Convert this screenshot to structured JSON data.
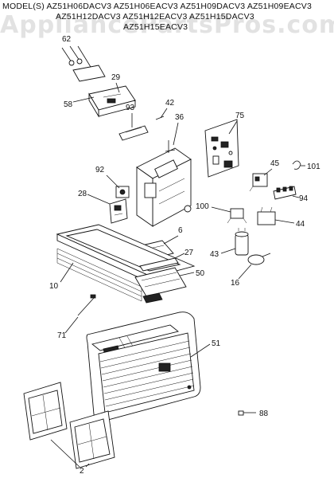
{
  "header": {
    "prefix": "MODEL(S)",
    "line1": "MODEL(S) AZ51H06DACV3  AZ51H06EACV3  AZ51H09DACV3  AZ51H09EACV3",
    "line2": "AZ51H12DACV3  AZ51H12EACV3  AZ51H15DACV3",
    "line3": "AZ51H15EACV3"
  },
  "watermark": "AppliancePartsPros.com",
  "parts": {
    "p62": "62",
    "p29": "29",
    "p58": "58",
    "p93": "93",
    "p42": "42",
    "p36": "36",
    "p75": "75",
    "p45": "45",
    "p101": "101",
    "p92": "92",
    "p28": "28",
    "p94": "94",
    "p100": "100",
    "p44": "44",
    "p6": "6",
    "p43": "43",
    "p27": "27",
    "p50": "50",
    "p16": "16",
    "p10": "10",
    "p71": "71",
    "p51": "51",
    "p88": "88",
    "p2": "2"
  }
}
